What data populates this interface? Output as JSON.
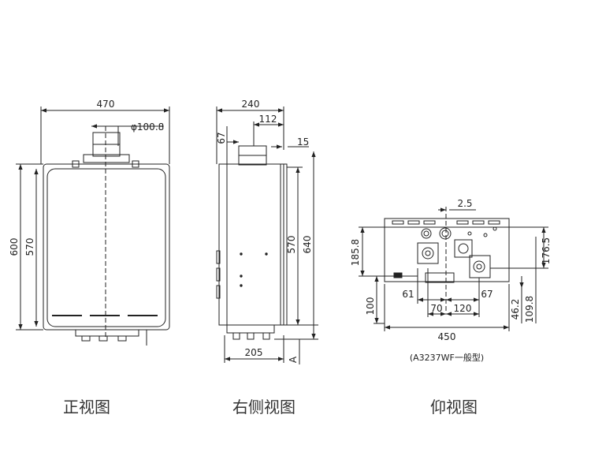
{
  "front": {
    "caption": "正视图",
    "width": "470",
    "pipe_diameter": "φ100.8",
    "height_total": "600",
    "height_body": "570"
  },
  "side": {
    "caption": "右侧视图",
    "depth": "240",
    "offset_top": "67",
    "pipe_offset": "112",
    "flange": "15",
    "height_body": "570",
    "height_total": "640",
    "base_depth": "205",
    "section_mark": "A"
  },
  "bottom": {
    "caption": "仰视图",
    "model_note": "(A3237WF一般型)",
    "d_2_5": "2.5",
    "d_185_8": "185.8",
    "d_176_5": "176.5",
    "d_100": "100",
    "d_61": "61",
    "d_70": "70",
    "d_120": "120",
    "d_67": "67",
    "d_46_2": "46.2",
    "d_109_8": "109.8",
    "d_450": "450"
  }
}
